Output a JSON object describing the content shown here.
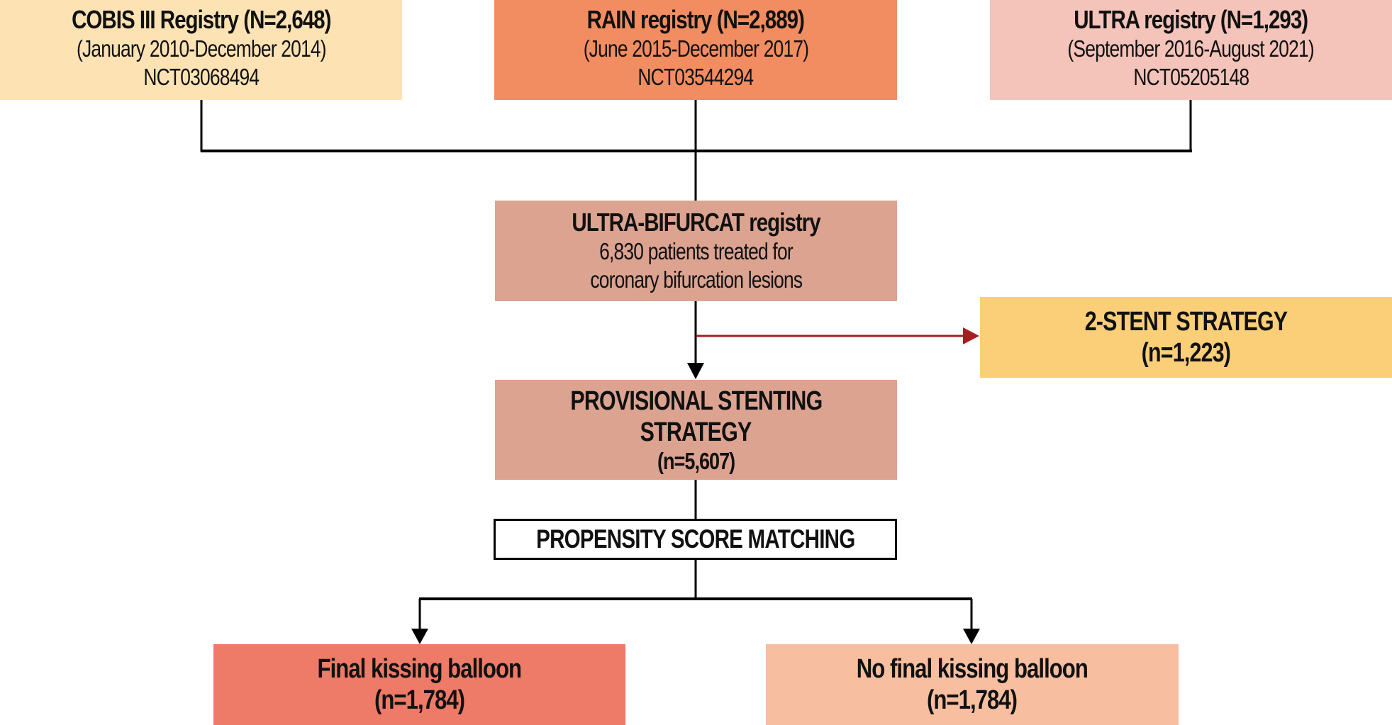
{
  "colors": {
    "cobis": "#FDE3B4",
    "rain": "#F18D60",
    "ultra": "#F4C3B9",
    "bifurcat": "#DCA390",
    "two_stent": "#FBCE78",
    "provisional": "#DCA390",
    "psm_border": "#000000",
    "fkb": "#EE7A68",
    "no_fkb": "#F7BEA0",
    "exclusion_arrow": "#A51E22",
    "flow_arrow": "#000000"
  },
  "sources": [
    {
      "title": "COBIS III Registry (N=2,648)",
      "period": "(January 2010-December 2014)",
      "nct": "NCT03068494"
    },
    {
      "title": "RAIN registry (N=2,889)",
      "period": "(June 2015-December 2017)",
      "nct": "NCT03544294"
    },
    {
      "title": "ULTRA registry (N=1,293)",
      "period": "(September 2016-August 2021)",
      "nct": "NCT05205148"
    }
  ],
  "combined": {
    "title": "ULTRA-BIFURCAT registry",
    "line1": "6,830 patients treated for",
    "line2": "coronary bifurcation lesions"
  },
  "excluded": {
    "title": "2-STENT STRATEGY",
    "count": "(n=1,223)"
  },
  "provisional": {
    "line1": "PROVISIONAL STENTING",
    "line2": "STRATEGY",
    "count": "(n=5,607)"
  },
  "matching": {
    "label": "PROPENSITY SCORE MATCHING"
  },
  "groups": [
    {
      "title": "Final kissing balloon",
      "count": "(n=1,784)"
    },
    {
      "title": "No final kissing balloon",
      "count": "(n=1,784)"
    }
  ]
}
